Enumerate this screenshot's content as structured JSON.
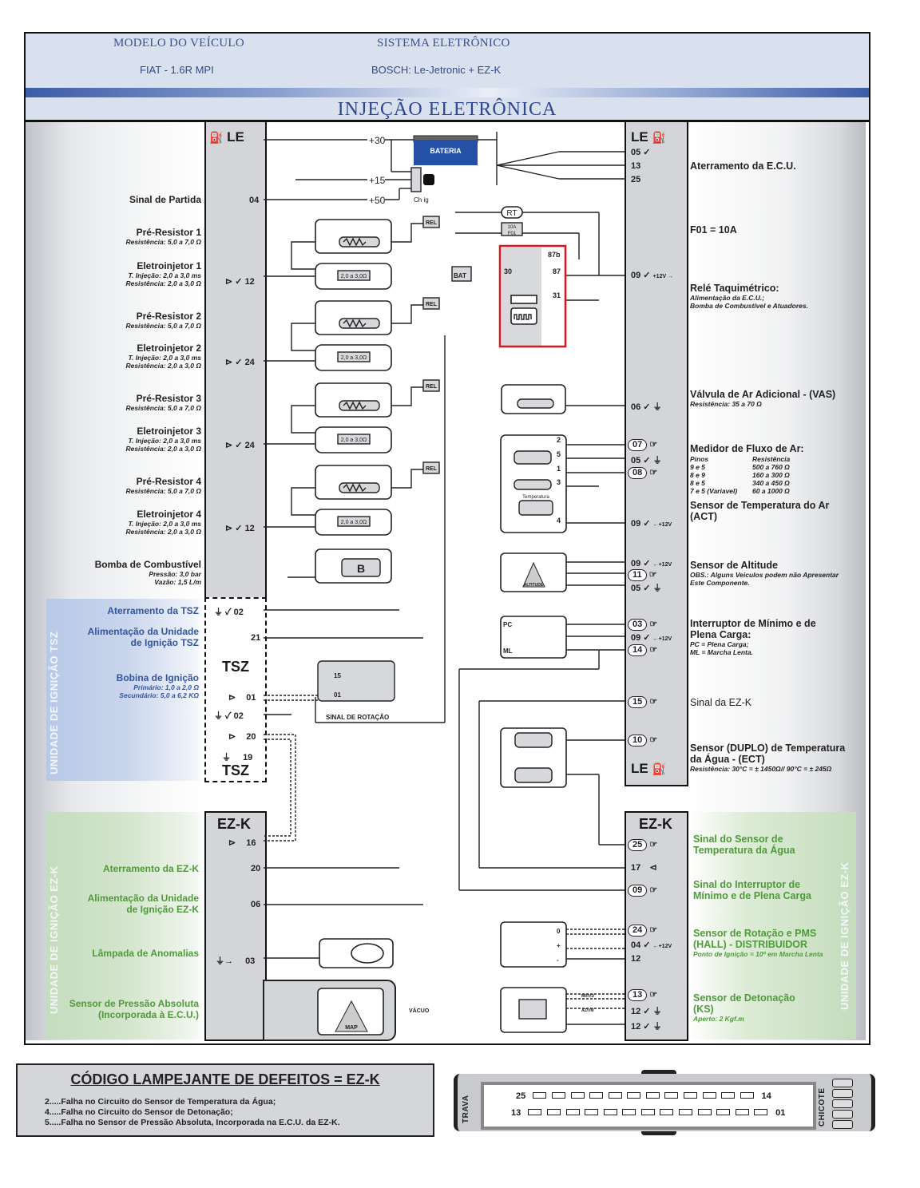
{
  "header": {
    "model_label": "MODELO DO VEÍCULO",
    "model_value": "FIAT - 1.6R MPI",
    "system_label": "SISTEMA ELETRÔNICO",
    "system_value": "BOSCH: Le-Jetronic + EZ-K",
    "title": "INJEÇÃO ELETRÔNICA"
  },
  "ecu_labels": {
    "le": "LE",
    "tsz": "TSZ",
    "ezk": "EZ-K"
  },
  "left_components": [
    {
      "title": "Sinal de Partida",
      "details": [],
      "pin": "04"
    },
    {
      "title": "Pré-Resistor 1",
      "details": [
        "Resistência: 5,0 a 7,0 Ω"
      ]
    },
    {
      "title": "Eletroinjetor 1",
      "details": [
        "T. Injeção: 2,0 a 3,0 ms",
        "Resistência: 2,0 a 3,0 Ω"
      ],
      "pin": "12"
    },
    {
      "title": "Pré-Resistor 2",
      "details": [
        "Resistência: 5,0 a 7,0  Ω"
      ]
    },
    {
      "title": "Eletroinjetor 2",
      "details": [
        "T. Injeção: 2,0 a 3,0 ms",
        "Resistência: 2,0 a 3,0 Ω"
      ],
      "pin": "24"
    },
    {
      "title": "Pré-Resistor 3",
      "details": [
        "Resistência: 5,0 a 7,0 Ω"
      ]
    },
    {
      "title": "Eletroinjetor 3",
      "details": [
        "T. Injeção: 2,0 a 3,0 ms",
        "Resistência: 2,0 a 3,0 Ω"
      ],
      "pin": "24"
    },
    {
      "title": "Pré-Resistor 4",
      "details": [
        "Resistência: 5,0 a 7,0 Ω"
      ]
    },
    {
      "title": "Eletroinjetor 4",
      "details": [
        "T. Injeção: 2,0 a 3,0 ms",
        "Resistência: 2,0 a 3,0 Ω"
      ],
      "pin": "12"
    },
    {
      "title": "Bomba de Combustível",
      "details": [
        "Pressão: 3,0 bar",
        "Vazão: 1,5 L/m"
      ]
    }
  ],
  "tsz_section": {
    "band_label": "UNIDADE DE IGNIÇÃO TSZ",
    "items": [
      {
        "title": "Aterramento da TSZ"
      },
      {
        "title": "Alimentação da Unidade de Ignição TSZ",
        "line1": "Alimentação da Unidade",
        "line2": "de Ignição TSZ"
      },
      {
        "title": "Bobina de Ignição",
        "details": [
          "Primário: 1,0 a 2,0 Ω",
          "Secundário: 5,0 a 6,2 KΩ"
        ]
      }
    ],
    "pins": [
      "02",
      "21",
      "01",
      "02",
      "20",
      "19"
    ]
  },
  "ezk_left_section": {
    "band_label": "UNIDADE DE IGNIÇÃO EZ-K",
    "items": [
      {
        "title": "Aterramento da EZ-K"
      },
      {
        "line1": "Alimentação da Unidade",
        "line2": "de Ignição EZ-K"
      },
      {
        "title": "Lâmpada de Anomalias"
      },
      {
        "line1": "Sensor de Pressão Absoluta",
        "line2": "(Incorporada à E.C.U.)"
      }
    ],
    "pins": [
      "16",
      "20",
      "06",
      "03"
    ]
  },
  "right_components": [
    {
      "title": "Aterramento da E.C.U.",
      "pins": [
        "05",
        "13",
        "25"
      ]
    },
    {
      "title": "F01 = 10A"
    },
    {
      "title": "Relé Taquimétrico:",
      "details": [
        "Alimentação da E.C.U.;",
        "Bomba de Combustível e Atuadores."
      ],
      "pins": [
        "09"
      ]
    },
    {
      "title": "Válvula de Ar Adicional - (VAS)",
      "details": [
        "Resistência: 35 a 70 Ω"
      ],
      "pins": [
        "06"
      ]
    },
    {
      "title": "Medidor de Fluxo de Ar:",
      "pins": [
        "07",
        "05",
        "08"
      ],
      "table_headers": [
        "Pinos",
        "Resistência"
      ],
      "table_rows": [
        [
          "9 e 5",
          "500 a 760 Ω"
        ],
        [
          "8 e 9",
          "160 a 300 Ω"
        ],
        [
          "8 e 5",
          "340 a 450 Ω"
        ],
        [
          "7 e 5 (Variavel)",
          "60 a 1000 Ω"
        ]
      ]
    },
    {
      "title": "Sensor de Temperatura do Ar",
      "line2": "(ACT)",
      "pins": [
        "09"
      ]
    },
    {
      "title": "Sensor de Altitude",
      "details": [
        "OBS.: Alguns Veiculos podem não Apresentar",
        "Este Componente."
      ],
      "pins": [
        "09",
        "11",
        "05"
      ]
    },
    {
      "title": "Interruptor de Mínimo e de",
      "line2": "Plena Carga:",
      "details": [
        "PC = Plena Carga;",
        "ML = Marcha Lenta."
      ],
      "pins": [
        "03",
        "09",
        "14"
      ]
    },
    {
      "title": "Sinal da EZ-K",
      "pins": [
        "15"
      ]
    },
    {
      "title": "Sensor (DUPLO) de Temperatura",
      "line2": "da Água - (ECT)",
      "details": [
        "Resistência: 30°C = ± 1450Ω// 90°C = ± 245Ω"
      ],
      "pins": [
        "10"
      ]
    }
  ],
  "ezk_right_section": {
    "band_label": "UNIDADE DE IGNIÇÃO EZ-K",
    "items": [
      {
        "line1": "Sinal do Sensor de",
        "line2": "Temperatura da Água",
        "pins": [
          "25",
          "17"
        ]
      },
      {
        "line1": "Sinal do Interruptor de",
        "line2": "Mínimo e de Plena Carga",
        "pins": [
          "09"
        ]
      },
      {
        "line1": "Sensor de Rotação e PMS",
        "line2": "(HALL) - DISTRIBUIDOR",
        "detail": "Ponto de Ignição = 10º em Marcha Lenta",
        "pins": [
          "24",
          "04",
          "12"
        ]
      },
      {
        "line1": "Sensor de Detonação",
        "line2": "(KS)",
        "detail": "Aperto: 2 Kgf.m",
        "pins": [
          "13",
          "12",
          "12"
        ]
      }
    ]
  },
  "diagram_labels": {
    "battery": "BATERIA",
    "plus30": "+30",
    "plus15": "+15",
    "plus50": "+50",
    "v12": "12V",
    "ignition_switch": "Ch ig",
    "rt": "RT",
    "rel": "REL",
    "fuse_amp": "10A",
    "fuse_name": "F01",
    "bat": "BAT",
    "relay_30": "30",
    "relay_87b": "87b",
    "relay_87": "87",
    "relay_31": "31",
    "injector_res": "2,0 a 3,0Ω",
    "pump": "B",
    "maf_pins": [
      "2",
      "5",
      "1",
      "3",
      "4"
    ],
    "temperature": "Temperatura",
    "altitude": "ALTITUDE",
    "pc": "PC",
    "ml": "ML",
    "coil_15": "15",
    "coil_01": "01",
    "rotation_signal": "SINAL DE ROTAÇÃO",
    "map": "MAP",
    "vacuum": "VÁCUO",
    "hall_pins": [
      "0",
      "+",
      "-"
    ],
    "ks_wire1": "MR/VD",
    "ks_wire2": "AZ/VM"
  },
  "fault_codes": {
    "title": "CÓDIGO LAMPEJANTE DE DEFEITOS = EZ-K",
    "items": [
      "2.....Falha no Circuito do Sensor de Temperatura da Água;",
      "4.....Falha no Circuito do Sensor de Detonação;",
      "5.....Falha no Sensor de Pressão Absoluta, Incorporada na E.C.U. da EZ-K."
    ]
  },
  "connector": {
    "lock_label": "TRAVA",
    "harness_label": "CHICOTE",
    "top_row_start": "25",
    "top_row_end": "14",
    "bottom_row_start": "13",
    "bottom_row_end": "01"
  },
  "colors": {
    "header_bg": "#d9e1ef",
    "title_blue": "#2e4690",
    "tsz_blue": "#3255a4",
    "ezk_green": "#4f9a3a",
    "relay_highlight": "#e0141c",
    "battery_blue": "#2451a6"
  }
}
